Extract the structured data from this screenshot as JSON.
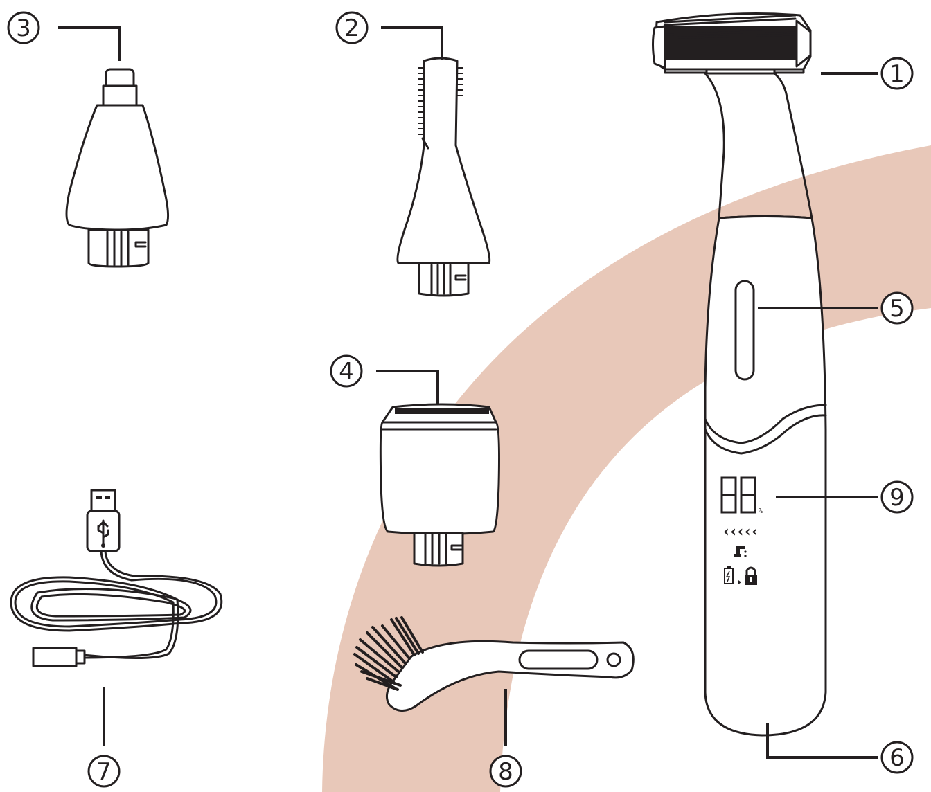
{
  "colors": {
    "arc": "#e8c8b9",
    "line": "#231f20",
    "background": "#ffffff"
  },
  "callouts": [
    {
      "id": "trimmer-head",
      "number": "1"
    },
    {
      "id": "eyebrow-trimmer-head",
      "number": "2"
    },
    {
      "id": "nose-trimmer-head",
      "number": "3"
    },
    {
      "id": "shaver-head",
      "number": "4"
    },
    {
      "id": "power-button",
      "number": "5"
    },
    {
      "id": "handle-body",
      "number": "6"
    },
    {
      "id": "usb-cable",
      "number": "7"
    },
    {
      "id": "cleaning-brush",
      "number": "8"
    },
    {
      "id": "lcd-display",
      "number": "9"
    }
  ],
  "display": {
    "battery_digits": "88",
    "percent_sign": "%",
    "speed_indicator": "‹‹‹‹‹"
  },
  "icons": [
    "faucet-icon",
    "battery-charging-icon",
    "lock-icon",
    "usb-plug-icon"
  ]
}
